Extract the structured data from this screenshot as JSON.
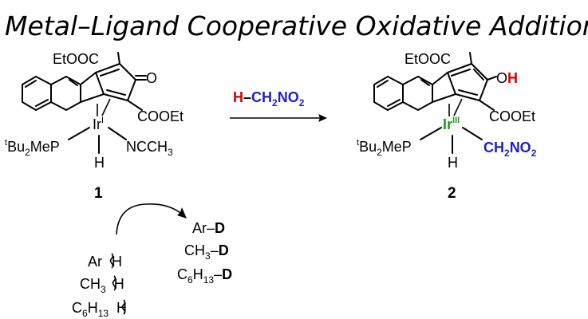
{
  "title": "Metal–Ligand Cooperative Oxidative Addition",
  "colors": {
    "red": "#d40000",
    "blue": "#1f1fcc",
    "green": "#1a9a1a",
    "black": "#000000"
  },
  "reactant": {
    "top_ester": "EtOOC",
    "ketone_o": "O",
    "right_ester": "COOEt",
    "metal": "Ir",
    "metal_ox": "I",
    "phosphine_t": "t",
    "phosphine_main": "Bu",
    "phosphine_sub": "2",
    "phosphine_end": "MeP",
    "acetonitrile": "NCCH",
    "acetonitrile_sub": "3",
    "hydride": "H",
    "number": "1"
  },
  "reagent": {
    "h": "H",
    "dash": "–",
    "ch": "CH",
    "sub2a": "2",
    "no": "NO",
    "sub2b": "2"
  },
  "product": {
    "top_ester": "EtOOC",
    "o": "O",
    "h": "H",
    "right_ester": "COOEt",
    "metal": "Ir",
    "metal_ox": "III",
    "phosphine_t": "t",
    "phosphine_main": "Bu",
    "phosphine_sub": "2",
    "phosphine_end": "MeP",
    "ligand_ch": "CH",
    "ligand_sub2a": "2",
    "ligand_no": "NO",
    "ligand_sub2b": "2",
    "hydride": "H",
    "number": "2"
  },
  "substrates": {
    "s1": {
      "a": "Ar",
      "h": "H"
    },
    "s2": {
      "a": "CH",
      "a_sub": "3",
      "h": "H"
    },
    "s3": {
      "a": "C",
      "a_sub1": "6",
      "a_mid": "H",
      "a_sub2": "13",
      "h": "H"
    }
  },
  "products_d": {
    "p1": {
      "a": "Ar–",
      "d": "D"
    },
    "p2": {
      "a": "CH",
      "a_sub": "3",
      "dash": "–",
      "d": "D"
    },
    "p3": {
      "a": "C",
      "a_sub1": "6",
      "a_mid": "H",
      "a_sub2": "13",
      "dash": "–",
      "d": "D"
    }
  }
}
